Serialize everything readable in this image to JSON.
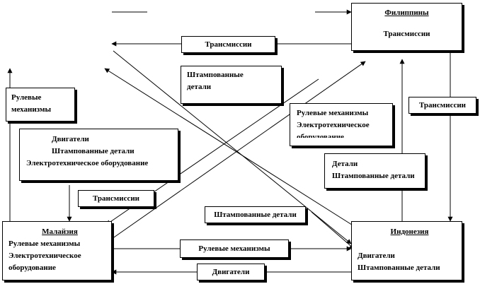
{
  "nodes": {
    "philippines": {
      "title": "Филиппины",
      "lines": [
        "Трансмиссии"
      ]
    },
    "malaysia": {
      "title": "Малайзия",
      "lines": [
        "Рулевые механизмы",
        "Электротехническое",
        "оборудование"
      ]
    },
    "indonesia": {
      "title": "Индонезия",
      "lines": [
        "Двигатели",
        "Штампованные детали"
      ]
    }
  },
  "labels": {
    "l1": [
      "Трансмиссии"
    ],
    "l2": [
      "Штампованные",
      "детали"
    ],
    "l3": [
      "Рулевые",
      "механизмы"
    ],
    "l4": [
      "Трансмиссии"
    ],
    "l5": [
      "Рулевые механизмы",
      "Электротехническое",
      "оборудование"
    ],
    "l6": [
      "Двигатели",
      "Штампованные детали",
      "Электротехническое  оборудование"
    ],
    "l7": [
      "Детали",
      "Штампованные детали"
    ],
    "l8": [
      "Трансмиссии"
    ],
    "l9": [
      "Штампованные детали"
    ],
    "l10": [
      "Рулевые механизмы"
    ],
    "l11": [
      "Двигатели"
    ]
  },
  "colors": {
    "line": "#000000",
    "box_fill": "#ffffff",
    "shadow": "#000000"
  }
}
